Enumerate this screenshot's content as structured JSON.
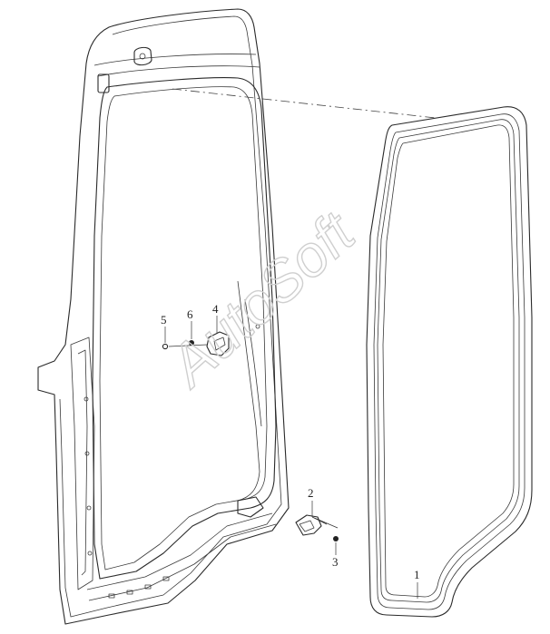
{
  "watermark": "AutoSoft",
  "labels": [
    {
      "id": "1",
      "text": "1"
    },
    {
      "id": "2",
      "text": "2"
    },
    {
      "id": "3",
      "text": "3"
    },
    {
      "id": "4",
      "text": "4"
    },
    {
      "id": "5",
      "text": "5"
    },
    {
      "id": "6",
      "text": "6"
    }
  ],
  "colors": {
    "line": "#2a2a2a",
    "watermark": "#cfcfcf",
    "background": "#ffffff"
  }
}
